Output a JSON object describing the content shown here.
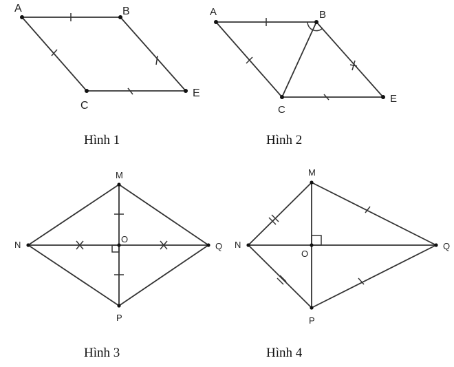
{
  "colors": {
    "line": "#333333",
    "point": "#111111",
    "text": "#222222",
    "background": "#ffffff"
  },
  "figures": [
    {
      "caption": "Hình 1",
      "points": {
        "A": "A",
        "B": "B",
        "C": "C",
        "E": "E"
      }
    },
    {
      "caption": "Hình 2",
      "points": {
        "A": "A",
        "B": "B",
        "C": "C",
        "E": "E"
      }
    },
    {
      "caption": "Hình 3",
      "points": {
        "M": "M",
        "N": "N",
        "O": "O",
        "P": "P",
        "Q": "Q"
      }
    },
    {
      "caption": "Hình 4",
      "points": {
        "M": "M",
        "N": "N",
        "O": "O",
        "P": "P",
        "Q": "Q"
      }
    }
  ]
}
